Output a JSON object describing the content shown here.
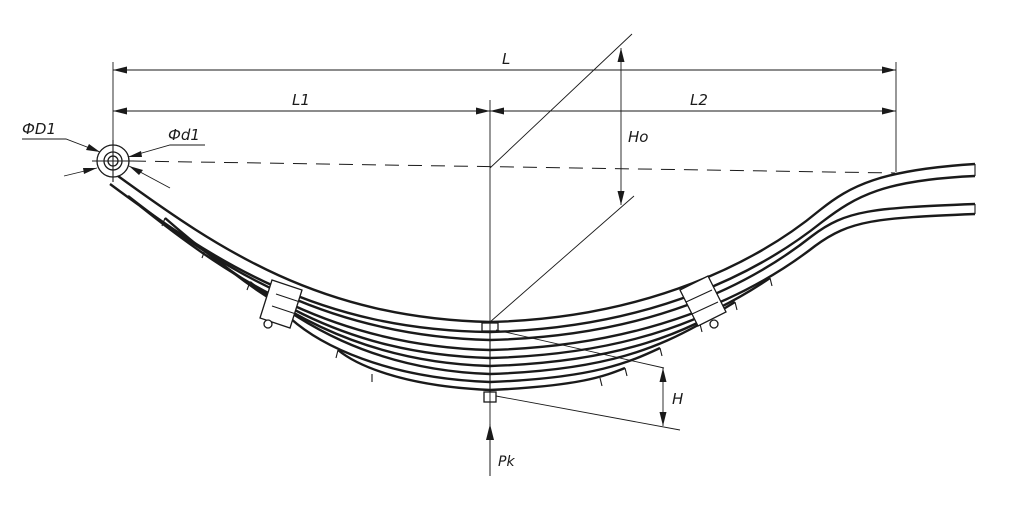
{
  "labels": {
    "length_total": "L",
    "length_front": "L1",
    "length_rear": "L2",
    "height_free": "Ho",
    "height_loaded": "H",
    "eye_outer_diameter": "ФD1",
    "eye_inner_diameter": "Фd1",
    "load": "Pk"
  },
  "colors": {
    "line": "#1a1a1a",
    "background": "#ffffff"
  }
}
